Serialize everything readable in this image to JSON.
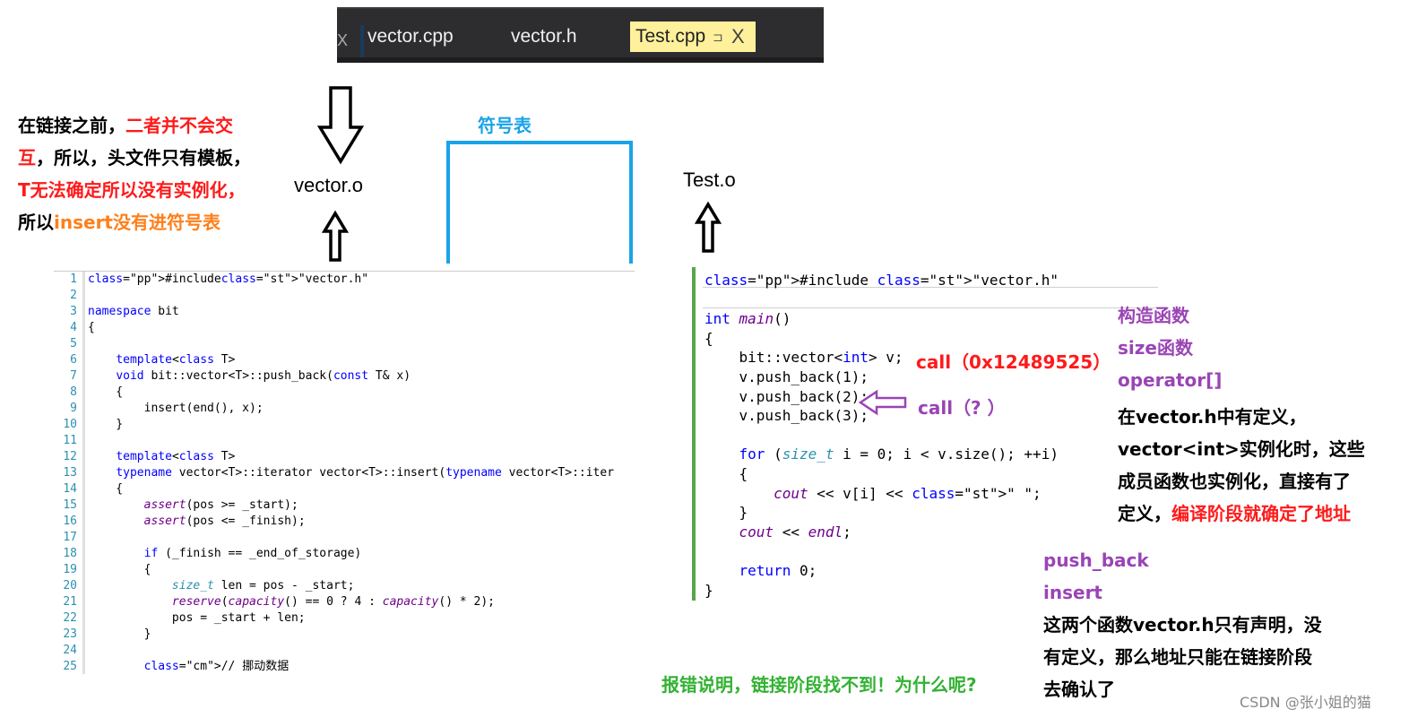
{
  "tabs": {
    "close_glyph": "X",
    "items": [
      "vector.cpp",
      "vector.h",
      "Test.cpp"
    ],
    "pin_glyph": "⊐",
    "active_close": "X"
  },
  "labels": {
    "vector_o": "vector.o",
    "test_o": "Test.o",
    "symbol_table": "符号表",
    "note_left": {
      "line1a": "在链接之前，",
      "line1b": "二者并不会交",
      "line2a": "互",
      "line2b": "，所以，头文件只有模板，",
      "line3": "T无法确定所以没有实例化，",
      "line4a": "所以",
      "line4b": "insert没有进符号表"
    },
    "call_known": "call（0x12489525）",
    "call_unknown": "call（? ）",
    "right_list": [
      "构造函数",
      "size函数",
      "operator[]"
    ],
    "right_note": {
      "line1": "在vector.h中有定义，",
      "line2": "vector<int>实例化时，这些",
      "line3": "成员函数也实例化，直接有了",
      "line4a": "定义，",
      "line4b": "编译阶段就确定了地址"
    },
    "bottom_list": [
      "push_back",
      "insert"
    ],
    "bottom_note": {
      "line1": "这两个函数vector.h只有声明，没",
      "line2": "有定义，那么地址只能在链接阶段",
      "line3": "去确认了"
    },
    "error_note": "报错说明，链接阶段找不到！为什么呢?",
    "watermark": "CSDN @张小姐的猫"
  },
  "left_code": {
    "line_numbers": [
      "1",
      "2",
      "3",
      "4",
      "5",
      "6",
      "7",
      "8",
      "9",
      "10",
      "11",
      "12",
      "13",
      "14",
      "15",
      "16",
      "17",
      "18",
      "19",
      "20",
      "21",
      "22",
      "23",
      "24",
      "25"
    ],
    "lines": [
      "#include\"vector.h\"",
      "",
      "namespace bit",
      "{",
      "",
      "    template<class T>",
      "    void bit::vector<T>::push_back(const T& x)",
      "    {",
      "        insert(end(), x);",
      "    }",
      "",
      "    template<class T>",
      "    typename vector<T>::iterator vector<T>::insert(typename vector<T>::iter",
      "    {",
      "        assert(pos >= _start);",
      "        assert(pos <= _finish);",
      "",
      "        if (_finish == _end_of_storage)",
      "        {",
      "            size_t len = pos - _start;",
      "            reserve(capacity() == 0 ? 4 : capacity() * 2);",
      "            pos = _start + len;",
      "        }",
      "",
      "        // 挪动数据"
    ]
  },
  "right_code": {
    "lines": [
      "#include \"vector.h\"",
      "",
      "int main()",
      "{",
      "    bit::vector<int> v;",
      "    v.push_back(1);",
      "    v.push_back(2);",
      "    v.push_back(3);",
      "",
      "    for (size_t i = 0; i < v.size(); ++i)",
      "    {",
      "        cout << v[i] << \" \";",
      "    }",
      "    cout << endl;",
      "",
      "    return 0;",
      "}"
    ]
  },
  "colors": {
    "red": "#ff1a1a",
    "orange": "#ff7f1a",
    "purple": "#9a44b5",
    "green": "#33b233",
    "blue": "#1aa3e8",
    "tab_active": "#fff19b"
  }
}
